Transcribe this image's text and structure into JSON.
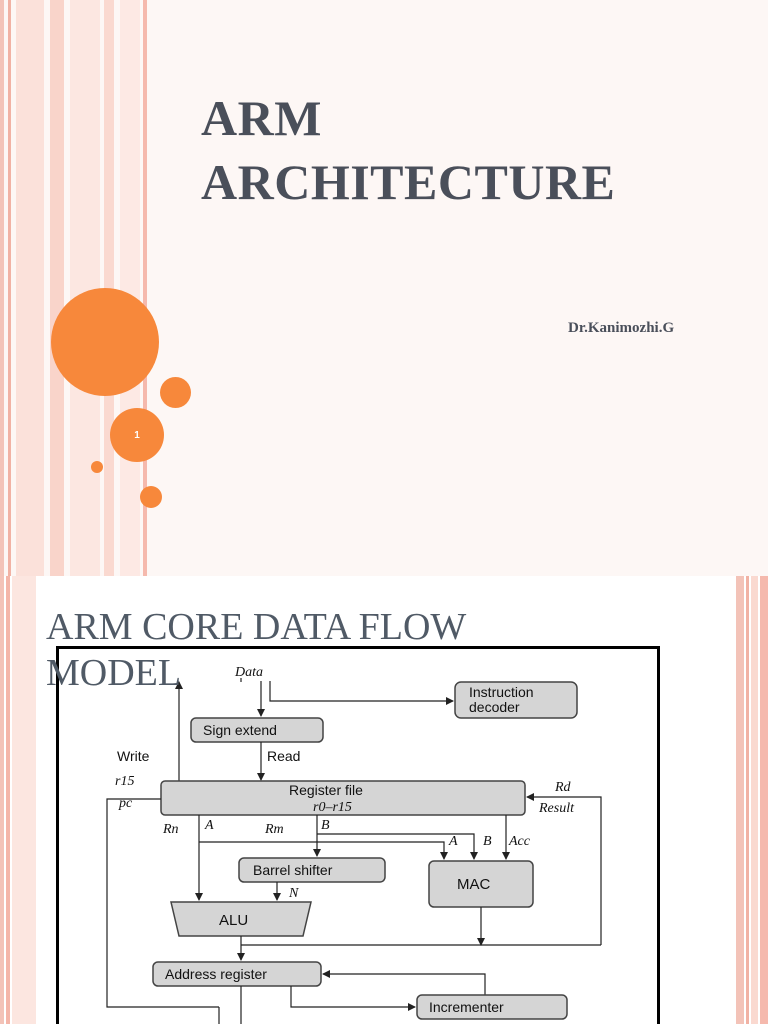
{
  "slide1": {
    "title_line1": "ARM",
    "title_line2": "ARCHITECTURE",
    "author": "Dr.Kanimozhi.G",
    "page_number": "1",
    "colors": {
      "accent": "#f7883b",
      "title": "#4a4f5a",
      "stripe": "#f5b9ad"
    }
  },
  "slide2": {
    "title_line1": "ARM CORE DATA  FLOW",
    "title_line2": "MODEL",
    "diagram": {
      "data": "Data",
      "instruction_decoder_1": "Instruction",
      "instruction_decoder_2": "decoder",
      "sign_extend": "Sign extend",
      "write": "Write",
      "read": "Read",
      "r15": "r15",
      "pc": "pc",
      "register_file": "Register file",
      "register_range": "r0–r15",
      "rd": "Rd",
      "result": "Result",
      "rn": "Rn",
      "a": "A",
      "rm": "Rm",
      "b": "B",
      "mac_a": "A",
      "mac_b": "B",
      "acc": "Acc",
      "barrel_shifter": "Barrel shifter",
      "n": "N",
      "mac": "MAC",
      "alu": "ALU",
      "address_register": "Address register",
      "incrementer": "Incrementer"
    }
  }
}
